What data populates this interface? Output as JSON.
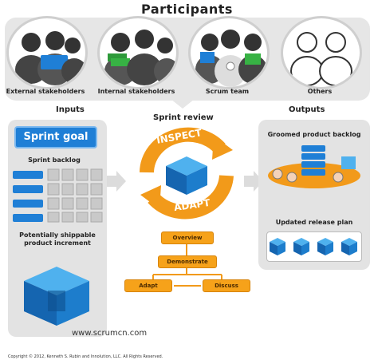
{
  "title": "Participants",
  "groups": [
    {
      "label": "External stakeholders"
    },
    {
      "label": "Internal stakeholders"
    },
    {
      "label": "Scrum team"
    },
    {
      "label": "Others"
    }
  ],
  "inputs": {
    "heading": "Inputs",
    "sprint_goal": "Sprint goal",
    "sprint_backlog": "Sprint backlog",
    "increment": "Potentially shippable product increment"
  },
  "review": {
    "heading": "Sprint review",
    "inspect": "INSPECT",
    "adapt": "ADAPT",
    "steps": [
      "Overview",
      "Demonstrate",
      "Adapt",
      "Discuss"
    ]
  },
  "outputs": {
    "heading": "Outputs",
    "groomed_backlog": "Groomed product backlog",
    "release_plan": "Updated release plan"
  },
  "watermark": "www.scrumcn.com",
  "copyright": "Copyright © 2012, Kenneth S. Rubin and Innolution, LLC. All Rights Reserved.",
  "colors": {
    "accent_orange": "#f29a1a",
    "accent_blue": "#1f7fd6",
    "panel_gray": "#e3e3e3"
  }
}
